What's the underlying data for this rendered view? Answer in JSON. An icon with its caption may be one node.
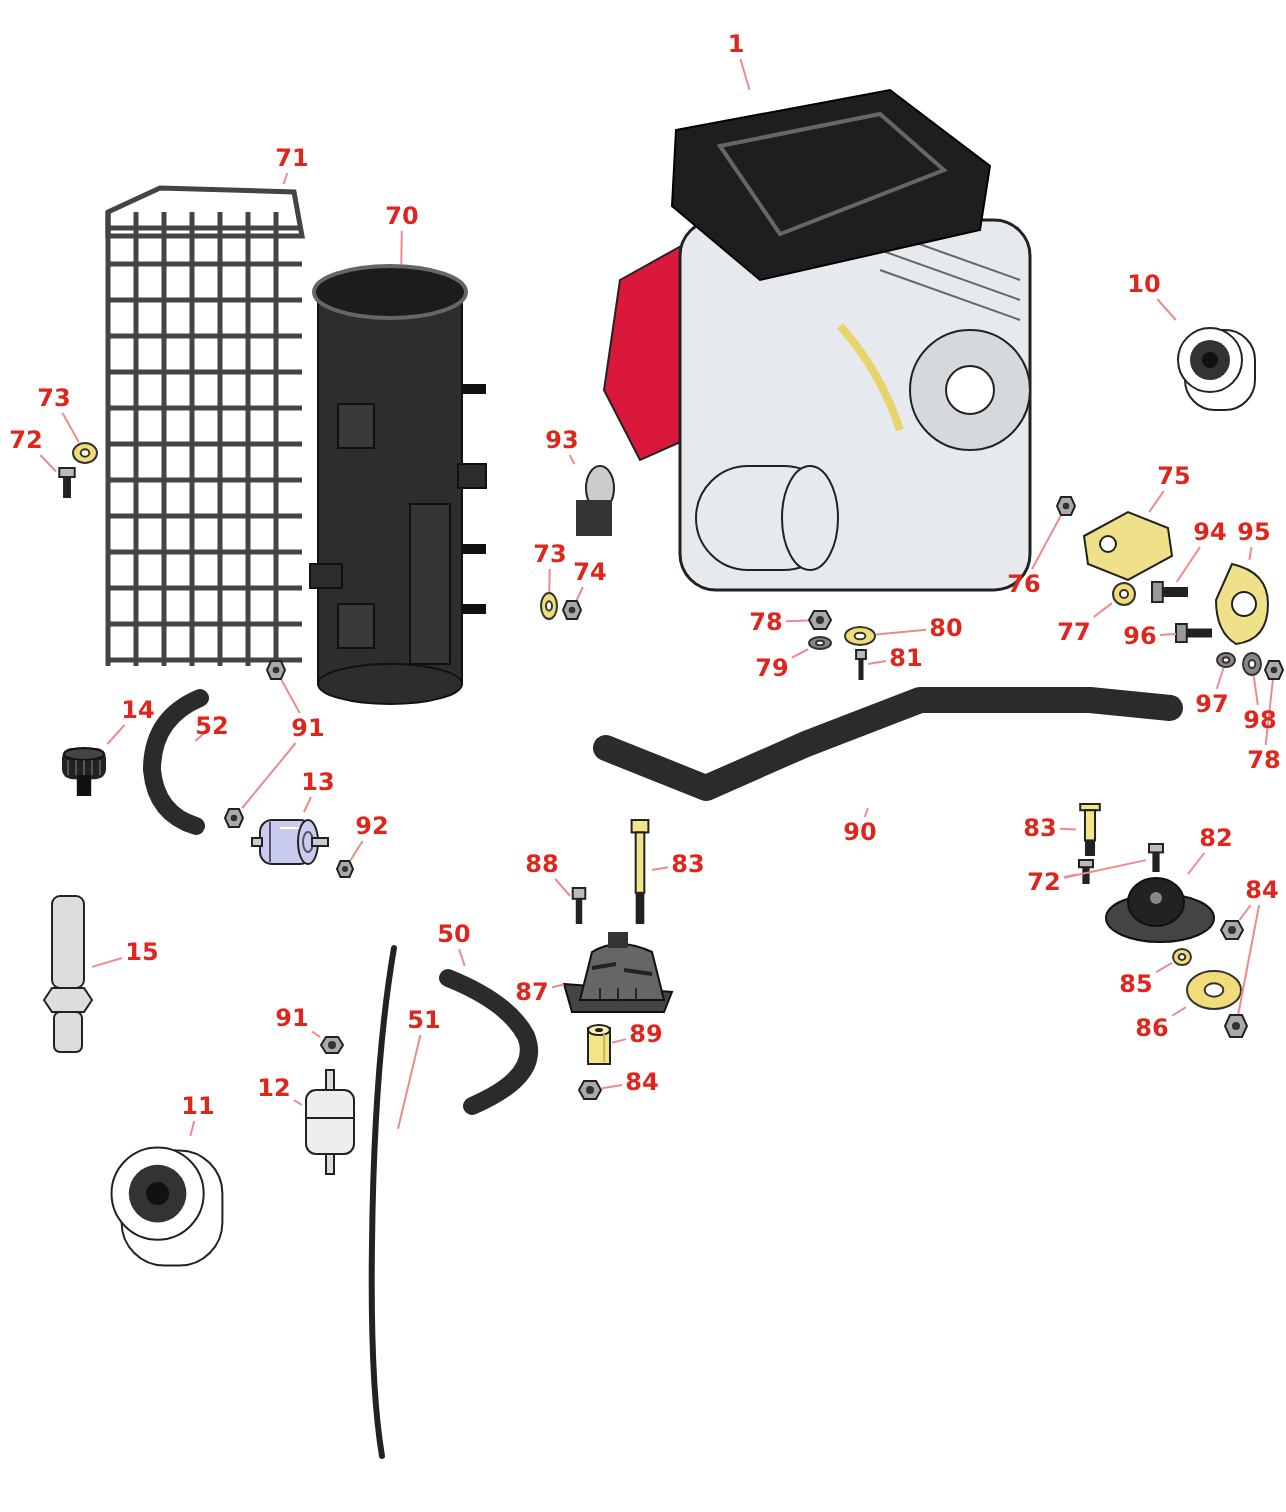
{
  "diagram": {
    "nodes": [
      {
        "text": [
          "1"
        ]
      },
      {
        "text": [],
        "shape": "picture"
      },
      {
        "text": [
          "71"
        ]
      },
      {
        "text": [],
        "shape": "picture"
      },
      {
        "text": [
          "70"
        ]
      },
      {
        "text": [],
        "shape": "picture"
      },
      {
        "text": [
          "73"
        ]
      },
      {
        "text": [],
        "shape": "picture"
      },
      {
        "text": [
          "72"
        ]
      },
      {
        "text": [],
        "shape": "picture"
      },
      {
        "text": [
          "93"
        ]
      },
      {
        "text": [],
        "shape": "picture"
      },
      {
        "text": [
          "73"
        ]
      },
      {
        "text": [],
        "shape": "picture"
      },
      {
        "text": [
          "74"
        ]
      },
      {
        "text": [],
        "shape": "picture"
      },
      {
        "text": [
          "10"
        ]
      },
      {
        "text": [],
        "shape": "picture"
      },
      {
        "text": [
          "75"
        ]
      },
      {
        "text": [],
        "shape": "picture"
      },
      {
        "text": [
          "94"
        ]
      },
      {
        "text": [],
        "shape": "picture"
      },
      {
        "text": [
          "95"
        ]
      },
      {
        "text": [],
        "shape": "picture"
      },
      {
        "text": [
          "76"
        ]
      },
      {
        "text": [],
        "shape": "picture"
      },
      {
        "text": [
          "77"
        ]
      },
      {
        "text": [],
        "shape": "picture"
      },
      {
        "text": [
          "96"
        ]
      },
      {
        "text": [],
        "shape": "picture"
      },
      {
        "text": [
          "97"
        ]
      },
      {
        "text": [],
        "shape": "picture"
      },
      {
        "text": [
          "98"
        ]
      },
      {
        "text": [],
        "shape": "picture"
      },
      {
        "text": [
          "78"
        ]
      },
      {
        "text": [],
        "shape": "picture"
      },
      {
        "text": [
          "78"
        ]
      },
      {
        "text": [],
        "shape": "picture"
      },
      {
        "text": [
          "79"
        ]
      },
      {
        "text": [],
        "shape": "picture"
      },
      {
        "text": [
          "80"
        ]
      },
      {
        "text": [],
        "shape": "picture"
      },
      {
        "text": [
          "81"
        ]
      },
      {
        "text": [],
        "shape": "picture"
      },
      {
        "text": [
          "90"
        ]
      },
      {
        "text": [],
        "shape": "picture"
      },
      {
        "text": [
          "14"
        ]
      },
      {
        "text": [],
        "shape": "picture"
      },
      {
        "text": [
          "52"
        ]
      },
      {
        "text": [],
        "shape": "picture"
      },
      {
        "text": [
          "91"
        ]
      },
      {
        "text": [],
        "shape": "picture"
      },
      {
        "text": [],
        "shape": "picture"
      },
      {
        "text": [
          "13"
        ]
      },
      {
        "text": [],
        "shape": "picture"
      },
      {
        "text": [
          "92"
        ]
      },
      {
        "text": [],
        "shape": "picture"
      },
      {
        "text": [
          "15"
        ]
      },
      {
        "text": [],
        "shape": "picture"
      },
      {
        "text": [
          "88"
        ]
      },
      {
        "text": [],
        "shape": "picture"
      },
      {
        "text": [
          "83"
        ]
      },
      {
        "text": [],
        "shape": "picture"
      },
      {
        "text": [
          "87"
        ]
      },
      {
        "text": [],
        "shape": "picture"
      },
      {
        "text": [
          "89"
        ]
      },
      {
        "text": [],
        "shape": "picture"
      },
      {
        "text": [
          "84"
        ]
      },
      {
        "text": [],
        "shape": "picture"
      },
      {
        "text": [
          "50"
        ]
      },
      {
        "text": [],
        "shape": "picture"
      },
      {
        "text": [
          "51"
        ]
      },
      {
        "text": [],
        "shape": "picture"
      },
      {
        "text": [
          "91"
        ]
      },
      {
        "text": [],
        "shape": "picture"
      },
      {
        "text": [
          "12"
        ]
      },
      {
        "text": [],
        "shape": "picture"
      },
      {
        "text": [
          "11"
        ]
      },
      {
        "text": [],
        "shape": "picture"
      },
      {
        "text": [
          "83"
        ]
      },
      {
        "text": [],
        "shape": "picture"
      },
      {
        "text": [
          "72"
        ]
      },
      {
        "text": [],
        "shape": "picture"
      },
      {
        "text": [],
        "shape": "picture"
      },
      {
        "text": [
          "82"
        ]
      },
      {
        "text": [],
        "shape": "picture"
      },
      {
        "text": [
          "84"
        ]
      },
      {
        "text": [],
        "shape": "picture"
      },
      {
        "text": [],
        "shape": "picture"
      },
      {
        "text": [
          "85"
        ]
      },
      {
        "text": [],
        "shape": "picture"
      },
      {
        "text": [
          "86"
        ]
      },
      {
        "text": [],
        "shape": "picture"
      }
    ],
    "edges": [
      {
        "from": 0,
        "to": 1,
        "arrow": "none"
      },
      {
        "from": 2,
        "to": 3,
        "arrow": "none"
      },
      {
        "from": 4,
        "to": 5,
        "arrow": "none"
      },
      {
        "from": 6,
        "to": 7,
        "arrow": "none"
      },
      {
        "from": 8,
        "to": 9,
        "arrow": "none"
      },
      {
        "from": 10,
        "to": 11,
        "arrow": "none"
      },
      {
        "from": 12,
        "to": 13,
        "arrow": "none"
      },
      {
        "from": 14,
        "to": 15,
        "arrow": "none"
      },
      {
        "from": 16,
        "to": 17,
        "arrow": "none"
      },
      {
        "from": 18,
        "to": 19,
        "arrow": "none"
      },
      {
        "from": 20,
        "to": 21,
        "arrow": "none"
      },
      {
        "from": 22,
        "to": 23,
        "arrow": "none"
      },
      {
        "from": 24,
        "to": 25,
        "arrow": "none"
      },
      {
        "from": 26,
        "to": 27,
        "arrow": "none"
      },
      {
        "from": 28,
        "to": 29,
        "arrow": "none"
      },
      {
        "from": 30,
        "to": 31,
        "arrow": "none"
      },
      {
        "from": 32,
        "to": 33,
        "arrow": "none"
      },
      {
        "from": 34,
        "to": 35,
        "arrow": "none"
      },
      {
        "from": 36,
        "to": 37,
        "arrow": "none"
      },
      {
        "from": 38,
        "to": 39,
        "arrow": "none"
      },
      {
        "from": 40,
        "to": 41,
        "arrow": "none"
      },
      {
        "from": 42,
        "to": 43,
        "arrow": "none"
      },
      {
        "from": 44,
        "to": 45,
        "arrow": "none"
      },
      {
        "from": 46,
        "to": 47,
        "arrow": "none"
      },
      {
        "from": 48,
        "to": 49,
        "arrow": "none"
      },
      {
        "from": 50,
        "to": 51,
        "arrow": "none"
      },
      {
        "from": 50,
        "to": 52,
        "arrow": "none"
      },
      {
        "from": 53,
        "to": 54,
        "arrow": "none"
      },
      {
        "from": 55,
        "to": 56,
        "arrow": "none"
      },
      {
        "from": 57,
        "to": 58,
        "arrow": "none"
      },
      {
        "from": 59,
        "to": 60,
        "arrow": "none"
      },
      {
        "from": 61,
        "to": 62,
        "arrow": "none"
      },
      {
        "from": 63,
        "to": 64,
        "arrow": "none"
      },
      {
        "from": 65,
        "to": 66,
        "arrow": "none"
      },
      {
        "from": 67,
        "to": 68,
        "arrow": "none"
      },
      {
        "from": 69,
        "to": 70,
        "arrow": "none"
      },
      {
        "from": 71,
        "to": 72,
        "arrow": "none"
      },
      {
        "from": 73,
        "to": 74,
        "arrow": "none"
      },
      {
        "from": 75,
        "to": 76,
        "arrow": "none"
      },
      {
        "from": 77,
        "to": 78,
        "arrow": "none"
      },
      {
        "from": 79,
        "to": 80,
        "arrow": "none"
      },
      {
        "from": 81,
        "to": 82,
        "arrow": "none"
      },
      {
        "from": 81,
        "to": 83,
        "arrow": "none"
      },
      {
        "from": 84,
        "to": 85,
        "arrow": "none"
      },
      {
        "from": 86,
        "to": 87,
        "arrow": "none"
      },
      {
        "from": 86,
        "to": 88,
        "arrow": "none"
      },
      {
        "from": 89,
        "to": 90,
        "arrow": "none"
      },
      {
        "from": 91,
        "to": 92,
        "arrow": "none"
      }
    ]
  }
}
